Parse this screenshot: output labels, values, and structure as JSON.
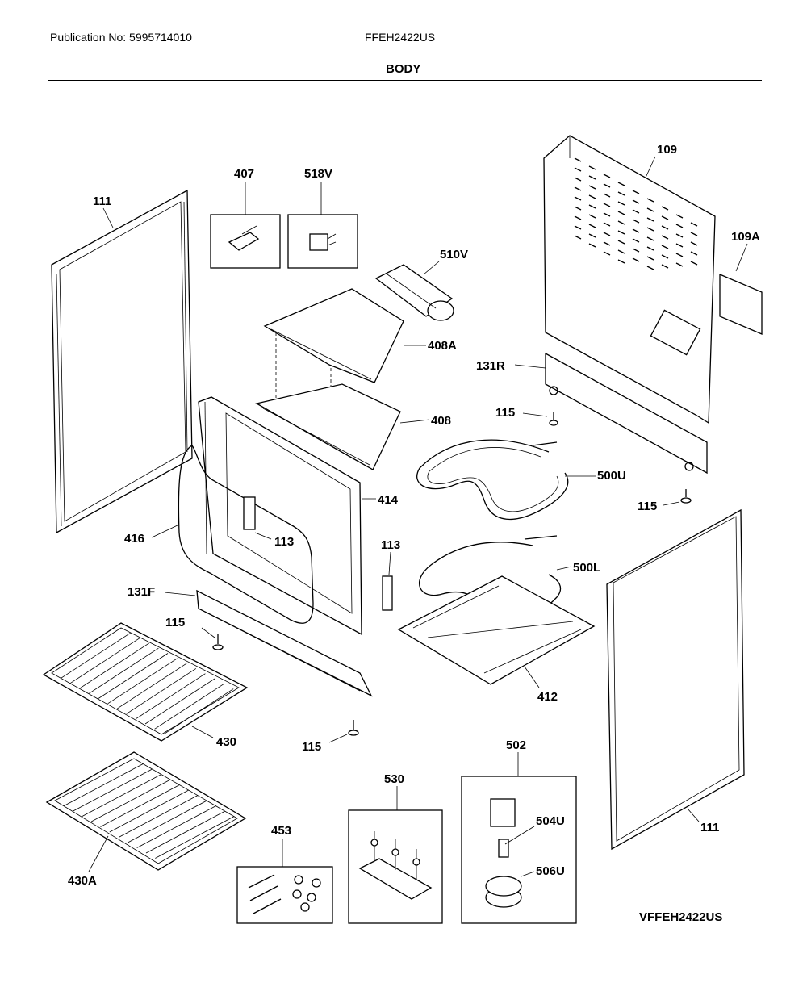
{
  "header": {
    "publication": "Publication No: 5995714010",
    "model": "FFEH2422US",
    "section": "BODY"
  },
  "footer_code": "VFFEH2422US",
  "parts": {
    "p111_left": "111",
    "p407": "407",
    "p518v": "518V",
    "p510v": "510V",
    "p408a": "408A",
    "p408": "408",
    "p109": "109",
    "p109a": "109A",
    "p131r": "131R",
    "p115_a": "115",
    "p115_b": "115",
    "p115_c": "115",
    "p115_d": "115",
    "p500u": "500U",
    "p414": "414",
    "p416": "416",
    "p113_a": "113",
    "p113_b": "113",
    "p500l": "500L",
    "p131f": "131F",
    "p412": "412",
    "p430": "430",
    "p111_right": "111",
    "p502": "502",
    "p530": "530",
    "p504u": "504U",
    "p506u": "506U",
    "p453": "453",
    "p430a": "430A"
  }
}
